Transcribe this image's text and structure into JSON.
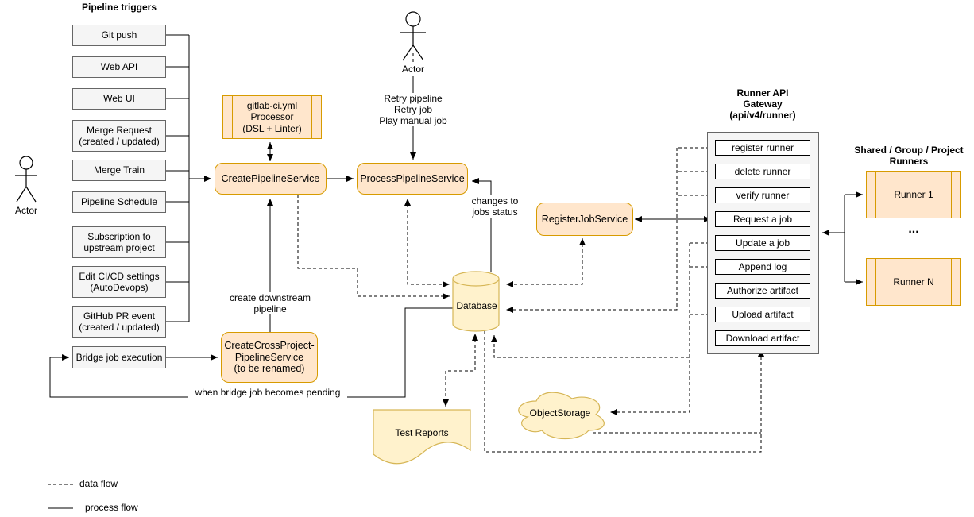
{
  "triggers": {
    "title": "Pipeline triggers",
    "items": [
      "Git push",
      "Web API",
      "Web UI",
      "Merge Request\n(created / updated)",
      "Merge Train",
      "Pipeline Schedule",
      "Subscription to\nupstream project",
      "Edit CI/CD settings\n(AutoDevops)",
      "GitHub PR event\n(created / updated)",
      "Bridge job execution"
    ]
  },
  "actors": {
    "left_label": "Actor",
    "top_label": "Actor"
  },
  "services": {
    "processor": "gitlab-ci.yml\nProcessor\n(DSL + Linter)",
    "create_pipeline": "CreatePipelineService",
    "process_pipeline": "ProcessPipelineService",
    "register_job": "RegisterJobService",
    "create_cross_project": "CreateCrossProject-\nPipelineService\n(to be renamed)"
  },
  "stores": {
    "database": "Database",
    "test_reports": "Test Reports",
    "object_storage": "ObjectStorage"
  },
  "edge_labels": {
    "retry_actions": "Retry pipeline\nRetry job\nPlay manual job",
    "changes_to_jobs_status": "changes to\njobs status",
    "create_downstream_pipeline": "create downstream\npipeline",
    "when_bridge_pending": "when bridge job becomes pending"
  },
  "gateway": {
    "title": "Runner API\nGateway\n(api/v4/runner)",
    "endpoints": [
      "register runner",
      "delete runner",
      "verify runner",
      "Request a job",
      "Update a job",
      "Append log",
      "Authorize artifact",
      "Upload artifact",
      "Download artifact"
    ]
  },
  "runners": {
    "title": "Shared / Group / Project\nRunners",
    "items": [
      "Runner 1",
      "Runner N"
    ],
    "ellipsis": "..."
  },
  "legend": {
    "data_flow": "data flow",
    "process_flow": "process flow"
  },
  "colors": {
    "service_fill": "#ffe6cc",
    "service_border": "#d79b00",
    "store_fill": "#fff2cc",
    "store_border": "#d6b656",
    "panel_fill": "#f5f5f5",
    "panel_border": "#666666"
  }
}
